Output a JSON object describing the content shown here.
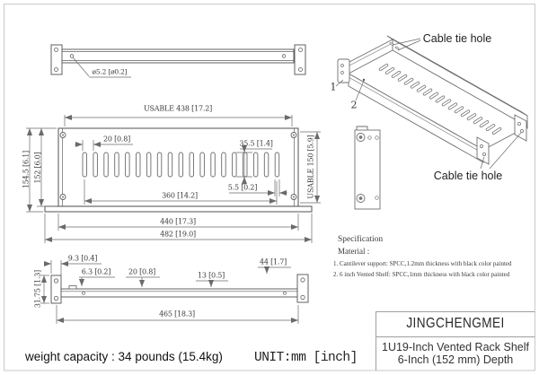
{
  "drawing": {
    "top_view": {
      "hole_dia_label": "ø5.2 [ø0.2]"
    },
    "front_view": {
      "slot_count": 19,
      "dims": {
        "usable_width": "USABLE 438 [17.2]",
        "overall_height": "154.5 [6.1]",
        "panel_height": "152 [6.0]",
        "usable_depth": "USABLE 150 [5.9]",
        "slot_pitch": "20 [0.8]",
        "slot_length": "35.5 [1.4]",
        "slot_width": "5.5 [0.2]",
        "slot_span": "360 [14.2]",
        "panel_width": "440 [17.3]",
        "overall_width": "482 [19.0]"
      }
    },
    "side_view": {
      "dims": {
        "ear_offset": "9.3 [0.4]",
        "lip_height": "6.3 [0.2]",
        "hook_len": "20 [0.8]",
        "mid_dim": "13 [0.5]",
        "end_dim": "44 [1.7]",
        "ear_height": "31.75 [1.3]",
        "overall_depth": "465 [18.3]"
      }
    },
    "iso_view": {
      "slot_count": 19,
      "label_top": "Cable tie hole",
      "label_bottom": "Cable tie hole",
      "callout_1": "1",
      "callout_2": "2"
    }
  },
  "specification": {
    "title": "Specification",
    "material_label": "Material :",
    "items": [
      "1.  Cantilever support: SPCC,1.2mm thickness with black color painted",
      "2.  6 inch Vented Shelf: SPCC,1mm thickness with black color painted"
    ]
  },
  "title_block": {
    "brand": "JINGCHENGMEI",
    "product_line1": "1U19-Inch Vented Rack Shelf",
    "product_line2": "6-Inch (152 mm) Depth"
  },
  "footer": {
    "weight_capacity": "weight capacity : 34 pounds (15.4kg)",
    "unit": "UNIT:mm [inch]"
  },
  "colors": {
    "line": "#606060",
    "dim_line": "#6a6a6a",
    "text": "#3a3a3a",
    "page_border": "#c6cacd"
  }
}
